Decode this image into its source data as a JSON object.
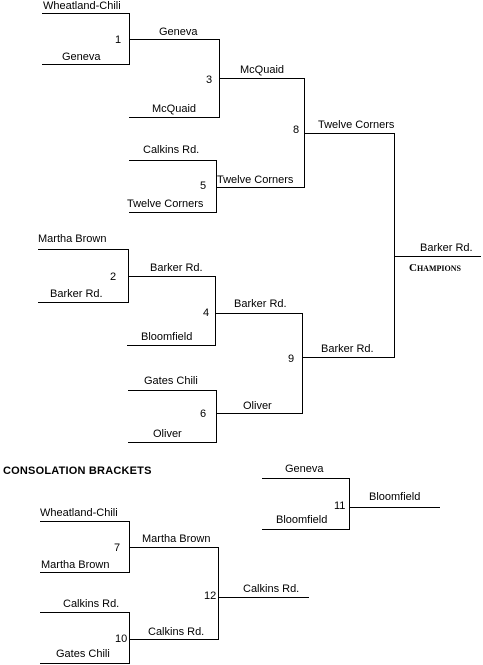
{
  "main": {
    "g1_top": "Wheatland-Chili",
    "g1_bottom": "Geneva",
    "g1_num": "1",
    "g3_top": "Geneva",
    "g3_bottom": "McQuaid",
    "g3_num": "3",
    "g5_top": "Calkins Rd.",
    "g5_bottom": "Twelve Corners",
    "g5_num": "5",
    "g8_top": "McQuaid",
    "g8_bottom": "Twelve Corners",
    "g8_num": "8",
    "final_top": "Twelve Corners",
    "final_bottom": "Barker Rd.",
    "champion": "Barker Rd.",
    "champions_label": "Champions",
    "g2_top": "Martha Brown",
    "g2_bottom": "Barker Rd.",
    "g2_num": "2",
    "g4_top": "Barker Rd.",
    "g4_bottom": "Bloomfield",
    "g4_num": "4",
    "g6_top": "Gates Chili",
    "g6_bottom": "Oliver",
    "g6_num": "6",
    "g9_top": "Barker Rd.",
    "g9_bottom": "Oliver",
    "g9_num": "9"
  },
  "consolation": {
    "heading": "CONSOLATION BRACKETS",
    "g11_top": "Geneva",
    "g11_bottom": "Bloomfield",
    "g11_num": "11",
    "g11_winner": "Bloomfield",
    "g7_top": "Wheatland-Chili",
    "g7_bottom": "Martha Brown",
    "g7_num": "7",
    "g10_top": "Calkins Rd.",
    "g10_bottom": "Gates Chili",
    "g10_num": "10",
    "g12_top": "Martha Brown",
    "g12_bottom": "Calkins Rd.",
    "g12_num": "12",
    "g12_winner": "Calkins Rd."
  }
}
